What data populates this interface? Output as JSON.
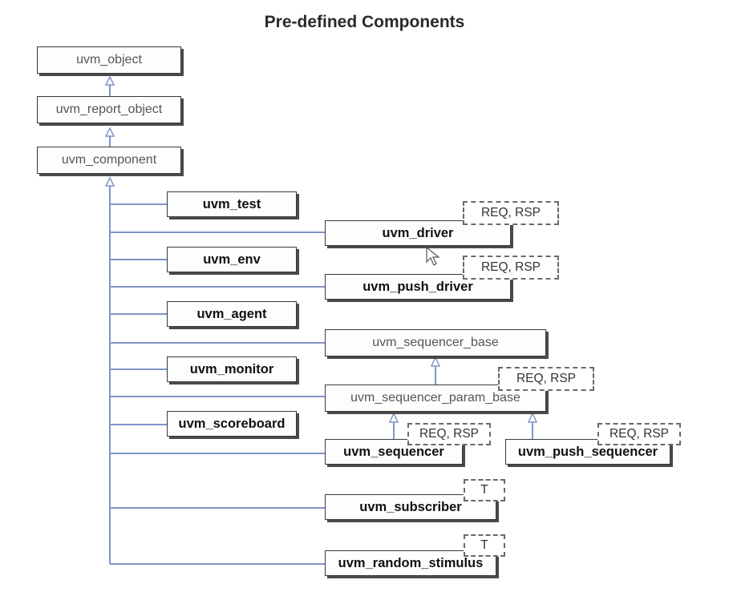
{
  "title": "Pre-defined Components",
  "colors": {
    "edge": "#7f95c8",
    "box_border": "#3a3a3a"
  },
  "classes": {
    "uvm_object": "uvm_object",
    "uvm_report_object": "uvm_report_object",
    "uvm_component": "uvm_component",
    "uvm_test": "uvm_test",
    "uvm_driver": "uvm_driver",
    "uvm_env": "uvm_env",
    "uvm_push_driver": "uvm_push_driver",
    "uvm_agent": "uvm_agent",
    "uvm_sequencer_base": "uvm_sequencer_base",
    "uvm_monitor": "uvm_monitor",
    "uvm_sequencer_param_base": "uvm_sequencer_param_base",
    "uvm_scoreboard": "uvm_scoreboard",
    "uvm_sequencer": "uvm_sequencer",
    "uvm_push_sequencer": "uvm_push_sequencer",
    "uvm_subscriber": "uvm_subscriber",
    "uvm_random_stimulus": "uvm_random_stimulus"
  },
  "params": {
    "driver": "REQ, RSP",
    "push_driver": "REQ, RSP",
    "sequencer_param_base": "REQ, RSP",
    "sequencer": "REQ, RSP",
    "push_sequencer": "REQ, RSP",
    "subscriber": "T",
    "random_stimulus": "T"
  }
}
